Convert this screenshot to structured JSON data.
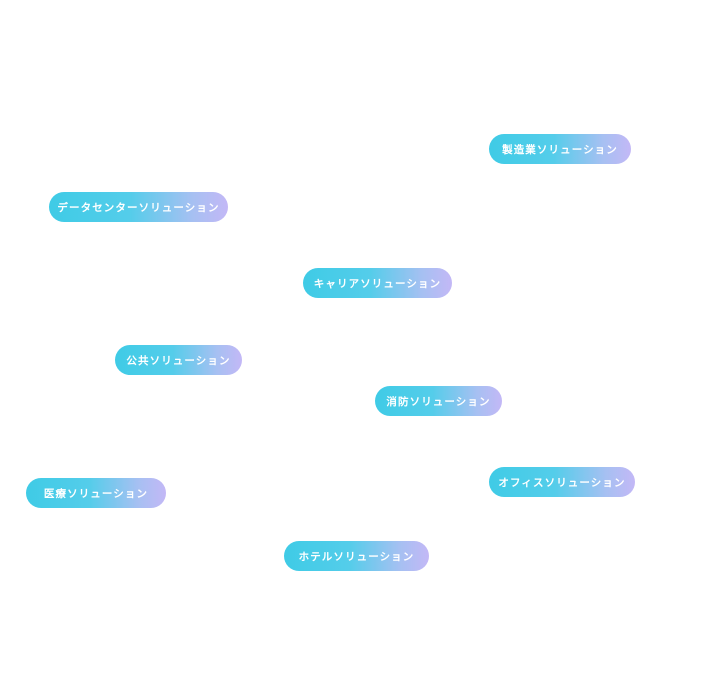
{
  "solutions": {
    "manufacturing": "製造業ソリューション",
    "datacenter": "データセンターソリューション",
    "carrier": "キャリアソリューション",
    "public": "公共ソリューション",
    "fire": "消防ソリューション",
    "medical": "医療ソリューション",
    "office": "オフィスソリューション",
    "hotel": "ホテルソリューション"
  },
  "colors": {
    "gradient_start": "#3fcbe6",
    "gradient_end": "#c3b8f6",
    "label": "#ffffff",
    "background": "#ffffff"
  }
}
